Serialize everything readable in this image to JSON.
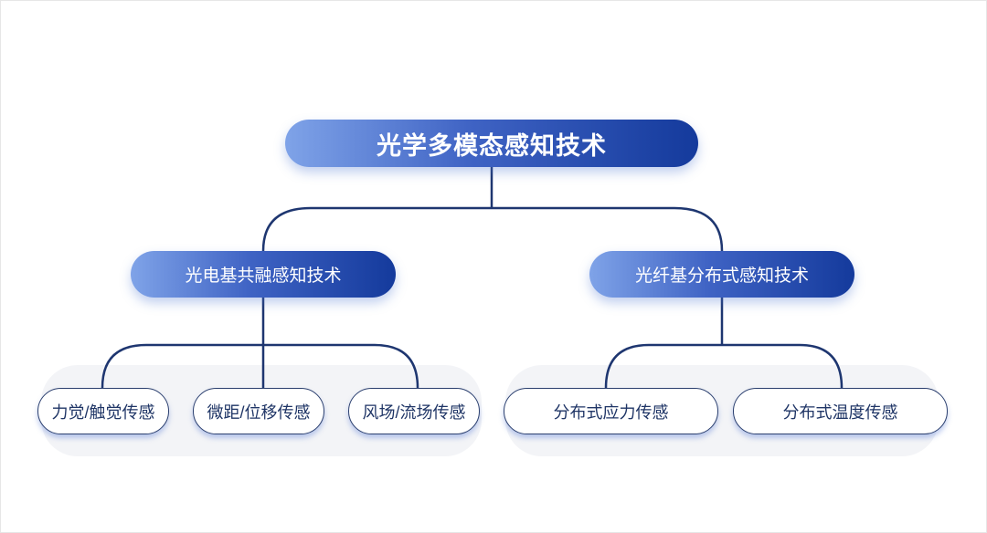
{
  "root": {
    "label": "光学多模态感知技术"
  },
  "branches": [
    {
      "label": "光电基共融感知技术",
      "children": [
        "力觉/触觉传感",
        "微距/位移传感",
        "风场/流场传感"
      ]
    },
    {
      "label": "光纤基分布式感知技术",
      "children": [
        "分布式应力传感",
        "分布式温度传感"
      ]
    }
  ],
  "colors": {
    "line": "#1e3670",
    "gradient_start": "#7fa3e8",
    "gradient_end": "#143a9c",
    "panel": "#f3f4f7"
  }
}
